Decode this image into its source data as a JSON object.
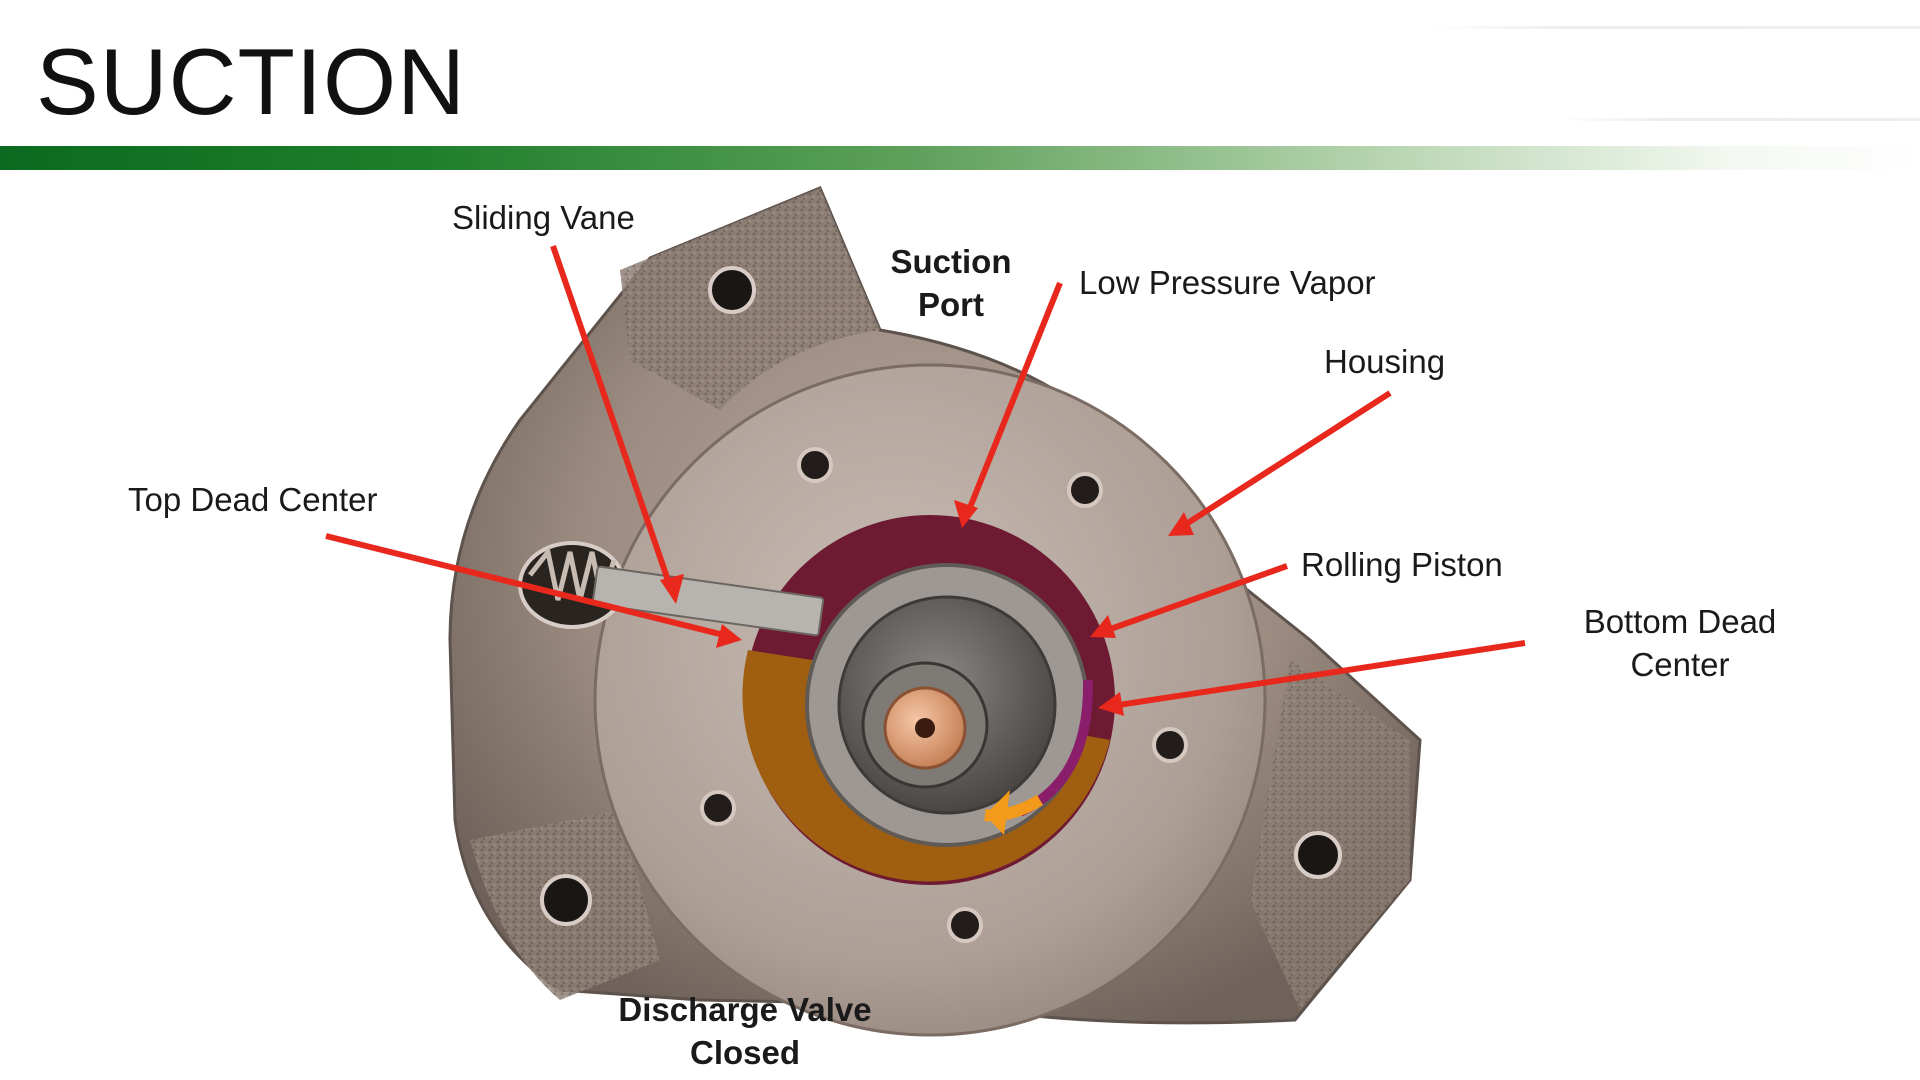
{
  "title": "SUCTION",
  "labels": {
    "sliding_vane": "Sliding Vane",
    "suction_port": "Suction Port",
    "low_pressure_vapor": "Low Pressure Vapor",
    "housing": "Housing",
    "top_dead_center": "Top Dead Center",
    "rolling_piston": "Rolling Piston",
    "bottom_dead_center": "Bottom Dead Center",
    "discharge_valve_closed": "Discharge Valve Closed"
  },
  "colors": {
    "title_bar_start": "#0b6a1f",
    "arrow": "#e8281c",
    "low_pressure_region": "#6e1a33",
    "compression_region": "#a05f10",
    "rotation_arrow": "#f39a1a"
  }
}
